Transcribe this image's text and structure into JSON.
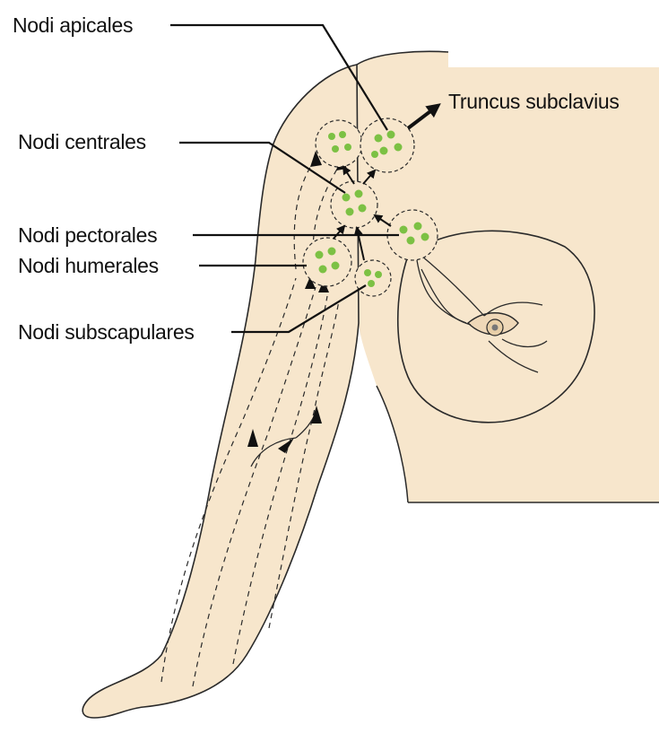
{
  "labels": {
    "nodi_apicales": "Nodi apicales",
    "truncus_subclavius": "Truncus subclavius",
    "nodi_centrales": "Nodi centrales",
    "nodi_pectorales": "Nodi pectorales",
    "nodi_humerales": "Nodi humerales",
    "nodi_subscapulares": "Nodi subscapulares"
  },
  "colors": {
    "skin": "#f7e6cc",
    "outline": "#2a2a2a",
    "node_green": "#7cc144",
    "label_line": "#111111"
  }
}
